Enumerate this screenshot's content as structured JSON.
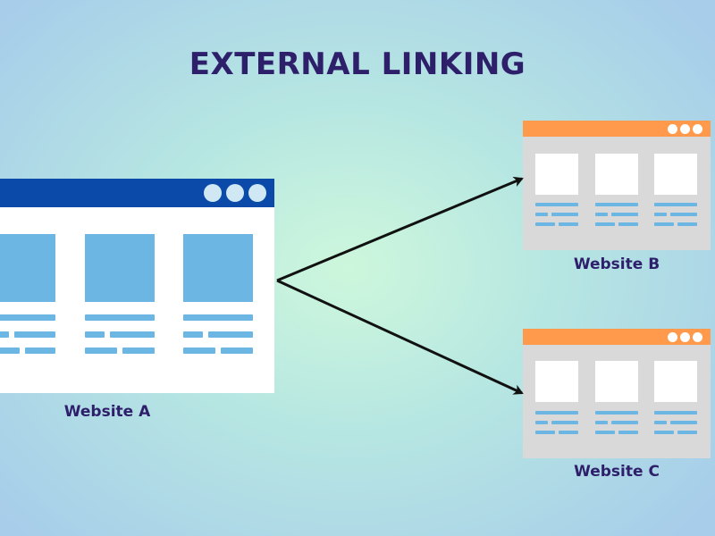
{
  "title": "EXTERNAL LINKING",
  "colors": {
    "title_text": "#2e1f6b",
    "caption_text": "#2e1f6b",
    "site_a_bar": "#0b4aa8",
    "site_a_body": "#ffffff",
    "site_a_tiles": "#6bb6e2",
    "site_a_lines": "#6bb6e2",
    "site_bc_bar": "#ff9a4d",
    "site_bc_body": "#d9d9d9",
    "site_bc_tiles": "#ffffff",
    "site_bc_lines": "#6bb6e2",
    "dots_a": "#cfe8f3",
    "dots_bc": "#ffffff",
    "arrow": "#111111"
  },
  "sites": [
    {
      "id": "a",
      "label": "Website A"
    },
    {
      "id": "b",
      "label": "Website B"
    },
    {
      "id": "c",
      "label": "Website C"
    }
  ]
}
